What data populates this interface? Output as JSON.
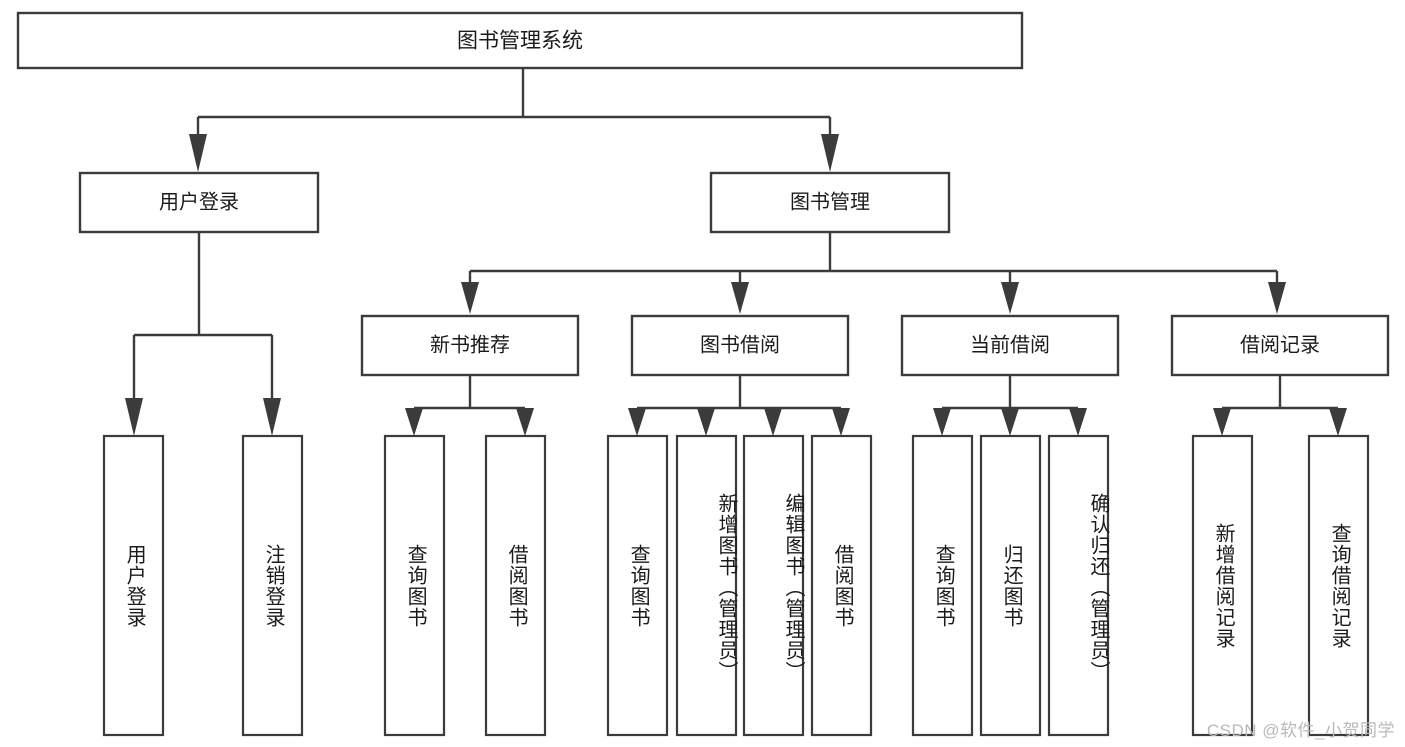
{
  "diagram": {
    "type": "tree-hierarchy",
    "title": "图书管理系统",
    "watermark": "CSDN @软件_小贺同学",
    "colors": {
      "stroke": "#3b3b3b",
      "fill": "#ffffff",
      "text": "#1b1b1b",
      "watermark": "#b9b9b9",
      "background": "#ffffff"
    },
    "root": {
      "label": "图书管理系统"
    },
    "level1": [
      {
        "label": "用户登录"
      },
      {
        "label": "图书管理"
      }
    ],
    "level2": [
      {
        "label": "新书推荐"
      },
      {
        "label": "图书借阅"
      },
      {
        "label": "当前借阅"
      },
      {
        "label": "借阅记录"
      }
    ],
    "leaves": {
      "user_login": [
        {
          "label": "用户登录"
        },
        {
          "label": "注销登录"
        }
      ],
      "new_book_recommend": [
        {
          "label": "查询图书"
        },
        {
          "label": "借阅图书"
        }
      ],
      "book_borrow": [
        {
          "label": "查询图书"
        },
        {
          "label": "新增图书（管理员）"
        },
        {
          "label": "编辑图书（管理员）"
        },
        {
          "label": "借阅图书"
        }
      ],
      "current_borrow": [
        {
          "label": "查询图书"
        },
        {
          "label": "归还图书"
        },
        {
          "label": "确认归还（管理员）"
        }
      ],
      "borrow_record": [
        {
          "label": "新增借阅记录"
        },
        {
          "label": "查询借阅记录"
        }
      ]
    }
  }
}
